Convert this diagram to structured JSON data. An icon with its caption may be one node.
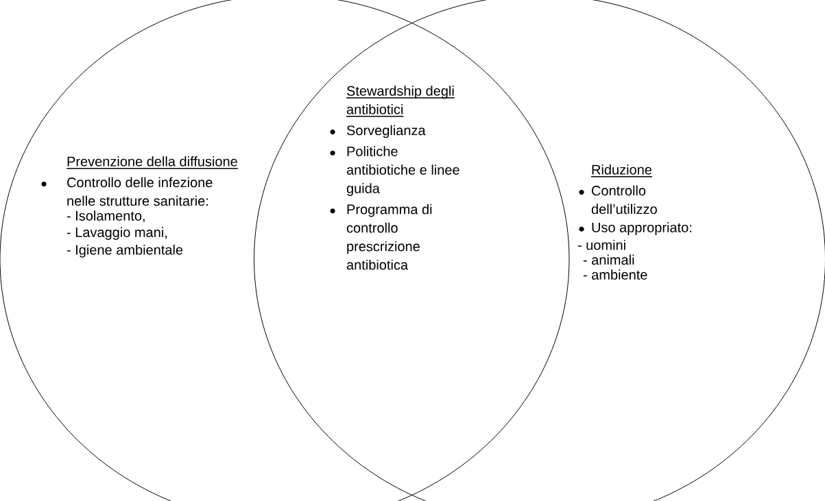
{
  "diagram": {
    "nodes": [
      {
        "text": [
          "Prevenzione della diffusione",
          "Controllo delle infezione nelle strutture sanitarie:",
          "- Isolamento,",
          "- Lavaggio mani,",
          "- Igiene ambientale"
        ]
      },
      {
        "text": [
          "Stewardship degli antibiotici",
          "Sorveglianza",
          "Politiche antibiotiche e linee guida",
          "Programma di controllo prescrizione antibiotica"
        ]
      },
      {
        "text": [
          "Riduzione",
          "Controllo dell’utilizzo",
          "Uso appropriato:",
          "- uomini",
          "- animali",
          "- ambiente"
        ]
      }
    ]
  }
}
